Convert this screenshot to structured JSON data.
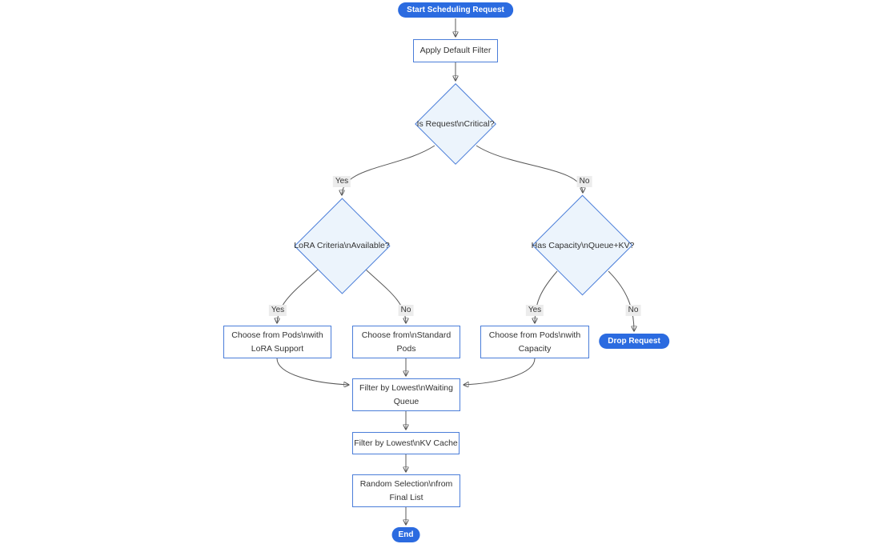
{
  "diagram": {
    "type": "flowchart",
    "direction": "top-down",
    "nodes": {
      "start": {
        "shape": "stadium",
        "label": "Start Scheduling Request"
      },
      "apply_filter": {
        "shape": "rect",
        "label": "Apply Default Filter"
      },
      "is_critical": {
        "shape": "diamond",
        "label": "Is Request\\nCritical?"
      },
      "lora_available": {
        "shape": "diamond",
        "label": "LoRA Criteria\\nAvailable?"
      },
      "has_capacity": {
        "shape": "diamond",
        "label": "Has Capacity\\nQueue+KV?"
      },
      "choose_lora": {
        "shape": "rect",
        "label": "Choose from Pods\\nwith LoRA Support"
      },
      "choose_standard": {
        "shape": "rect",
        "label": "Choose from\\nStandard Pods"
      },
      "choose_capacity": {
        "shape": "rect",
        "label": "Choose from Pods\\nwith Capacity"
      },
      "drop_request": {
        "shape": "stadium",
        "label": "Drop Request"
      },
      "filter_queue": {
        "shape": "rect",
        "label": "Filter by Lowest\\nWaiting Queue"
      },
      "filter_kv": {
        "shape": "rect",
        "label": "Filter by Lowest\\nKV Cache"
      },
      "random_selection": {
        "shape": "rect",
        "label": "Random Selection\\nfrom Final List"
      },
      "end": {
        "shape": "stadium",
        "label": "End"
      }
    },
    "edge_labels": {
      "critical_yes": "Yes",
      "critical_no": "No",
      "lora_yes": "Yes",
      "lora_no": "No",
      "capacity_yes": "Yes",
      "capacity_no": "No"
    },
    "colors": {
      "accent_fill": "#2b6be0",
      "accent_text": "#ffffff",
      "node_border": "#4a7dd9",
      "decision_fill": "#ecf4fc",
      "rect_fill": "#ffffff",
      "edge_line": "#585858",
      "arrowhead": "#333333",
      "label_bg": "#ececec",
      "text": "#333333",
      "background": "#ffffff"
    }
  }
}
